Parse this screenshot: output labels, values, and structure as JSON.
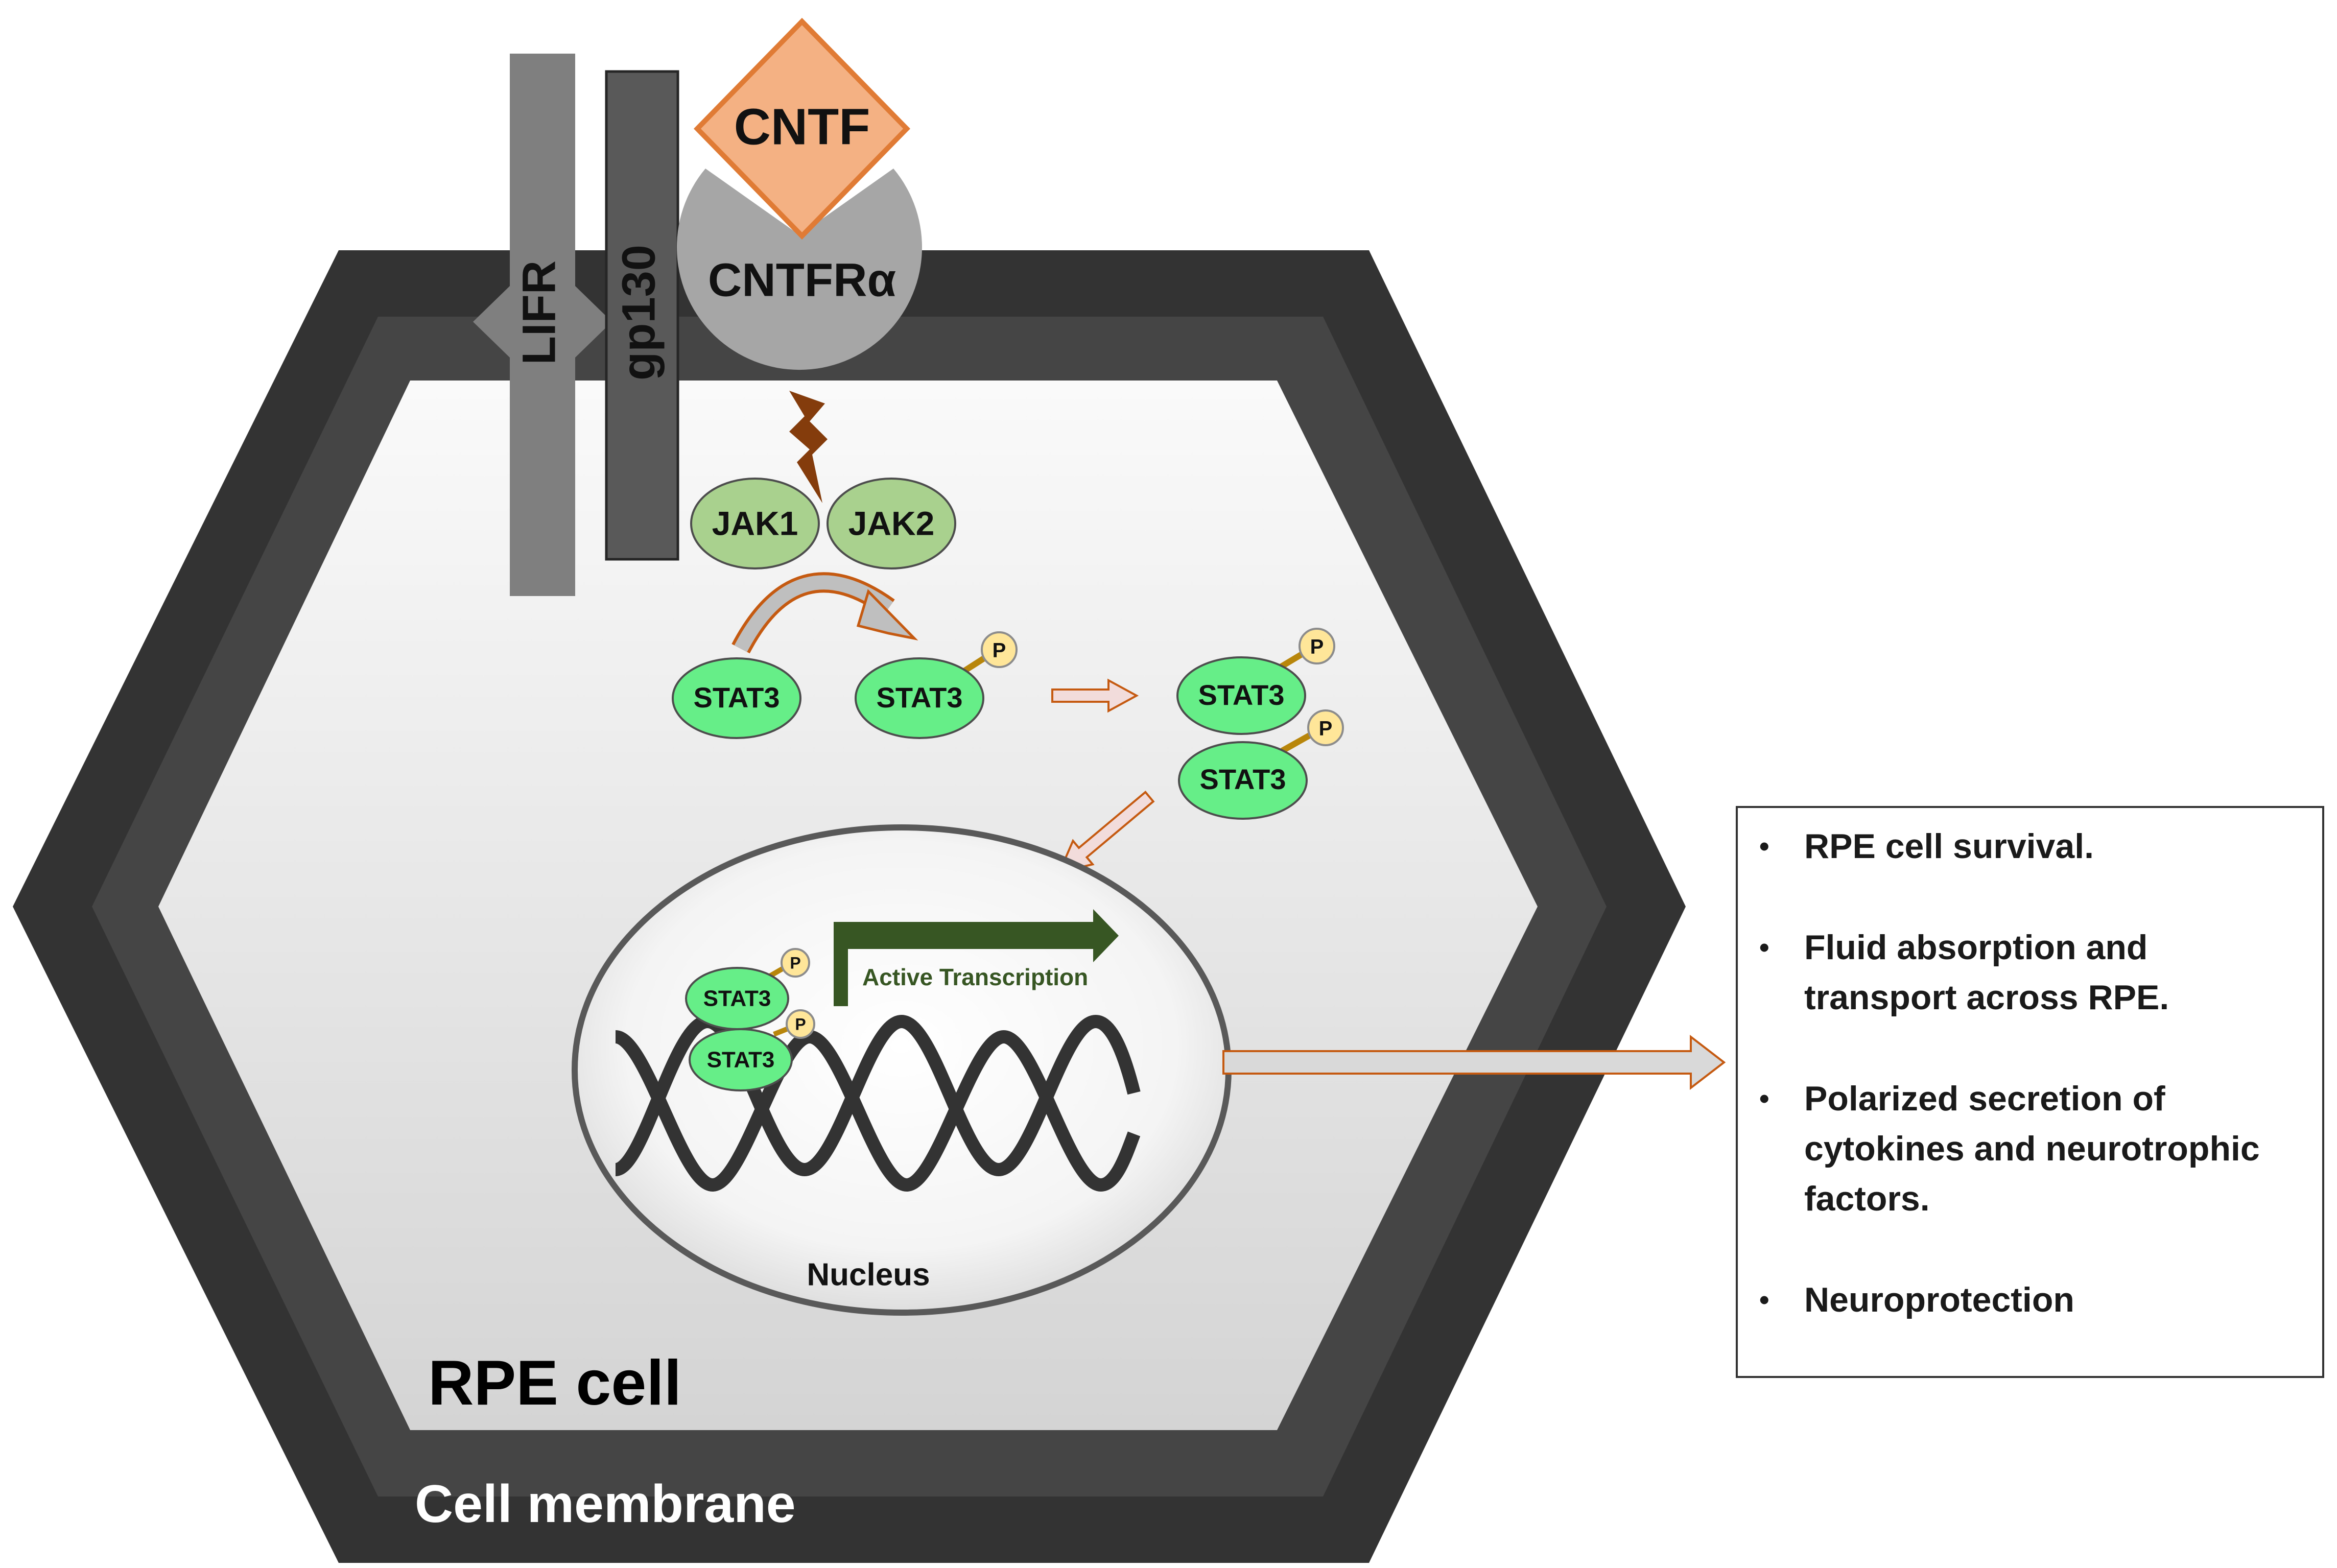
{
  "ligand": {
    "label": "CNTF"
  },
  "receptors": {
    "lifr": "LIFR",
    "gp130": "gp130",
    "cntfr_alpha": "CNTFRα"
  },
  "kinases": {
    "jak1": "JAK1",
    "jak2": "JAK2"
  },
  "stat": {
    "unphosphorylated": "STAT3",
    "phosphorylated": "STAT3",
    "dimer_top": "STAT3",
    "dimer_bottom": "STAT3",
    "nuclear_top": "STAT3",
    "nuclear_bottom": "STAT3",
    "phospho_label": "P"
  },
  "nucleus": {
    "label": "Nucleus",
    "transcription_label": "Active Transcription"
  },
  "cell": {
    "label": "RPE cell",
    "membrane_label": "Cell membrane"
  },
  "effects": {
    "items": [
      "RPE cell survival.",
      "Fluid absorption and transport across RPE.",
      "Polarized secretion of cytokines and neurotrophic factors.",
      "Neuroprotection"
    ]
  },
  "colors": {
    "membrane_outer": "#333333",
    "membrane_inner": "#454545",
    "cytoplasm": "#f2f2f2",
    "receptor_dark": "#7f7f7f",
    "receptor_cntfr": "#a6a6a6",
    "cntf_fill": "#f4b183",
    "cntf_stroke": "#e07b35",
    "jak_fill": "#a9d18e",
    "stat_fill": "#66ee88",
    "phospho_fill": "#ffe699",
    "transcription_arrow": "#375623",
    "signal_arrow": "#f2dcdb"
  }
}
